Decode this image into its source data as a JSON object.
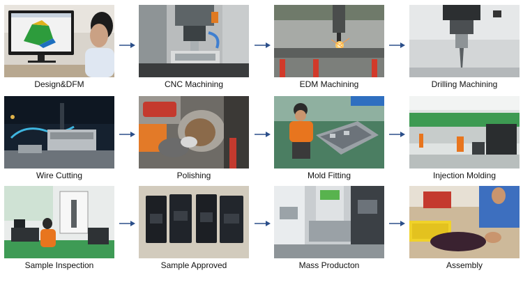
{
  "arrow_color": "#2b4f8a",
  "steps": [
    {
      "label": "Design&DFM",
      "scene": "designer-at-monitor"
    },
    {
      "label": "CNC Machining",
      "scene": "cnc-spindle"
    },
    {
      "label": "EDM Machining",
      "scene": "edm-sparks"
    },
    {
      "label": "Drilling Machining",
      "scene": "drill-spindle"
    },
    {
      "label": "Wire Cutting",
      "scene": "wire-cut-machine"
    },
    {
      "label": "Polishing",
      "scene": "polishing-hands"
    },
    {
      "label": "Mold Fitting",
      "scene": "worker-fitting-mold"
    },
    {
      "label": "Injection Molding",
      "scene": "molding-factory-floor"
    },
    {
      "label": "Sample Inspection",
      "scene": "inspection-lab"
    },
    {
      "label": "Sample Approved",
      "scene": "black-sample-parts"
    },
    {
      "label": "Mass Producton",
      "scene": "production-machines"
    },
    {
      "label": "Assembly",
      "scene": "assembly-workers"
    }
  ]
}
